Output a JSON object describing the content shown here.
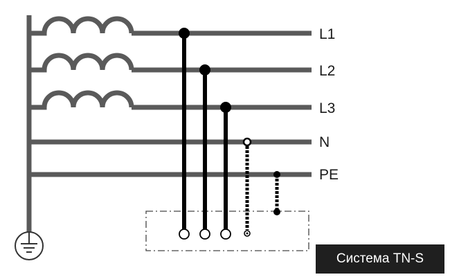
{
  "diagram": {
    "lines": [
      {
        "id": "L1",
        "label": "L1",
        "has_coil": true,
        "conductor": "solid"
      },
      {
        "id": "L2",
        "label": "L2",
        "has_coil": true,
        "conductor": "solid"
      },
      {
        "id": "L3",
        "label": "L3",
        "has_coil": true,
        "conductor": "solid"
      },
      {
        "id": "N",
        "label": "N",
        "has_coil": false,
        "conductor": "dashed"
      },
      {
        "id": "PE",
        "label": "PE",
        "has_coil": false,
        "conductor": "dashed"
      }
    ],
    "badge": {
      "text": "Система TN-S"
    },
    "colors": {
      "bus": "#5a5a5a",
      "conductor": "#000000",
      "badge_bg": "#1f1f1f",
      "badge_text": "#ffffff",
      "enclosure": "#444444"
    },
    "icons": [
      "ground-symbol-icon"
    ]
  }
}
